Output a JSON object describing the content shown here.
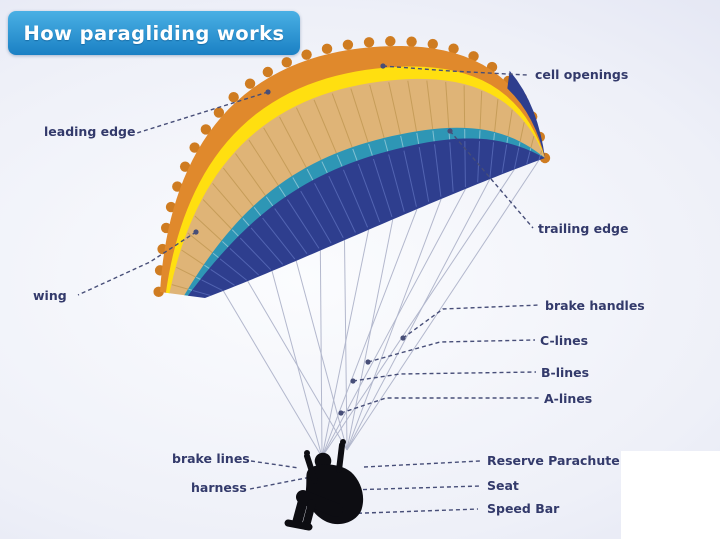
{
  "title": "How paragliding works",
  "labels": {
    "cell_openings": "cell openings",
    "leading_edge": "leading edge",
    "trailing_edge": "trailing edge",
    "wing": "wing",
    "brake_handles": "brake handles",
    "c_lines": "C-lines",
    "b_lines": "B-lines",
    "a_lines": "A-lines",
    "brake_lines": "brake lines",
    "harness": "harness",
    "reserve_parachute": "Reserve Parachute",
    "seat": "Seat",
    "speed_bar": "Speed Bar"
  },
  "colors": {
    "banner_top": "#4ab0e4",
    "banner_bottom": "#1a80c4",
    "banner_text": "#ffffff",
    "label_text": "#333a6b",
    "pointer": "#474e78",
    "canopy_orange": "#e0892c",
    "canopy_orange_dark": "#cf7c21",
    "canopy_yellow": "#ffdf10",
    "canopy_tan": "#dfb477",
    "canopy_tan_rib": "#c69d59",
    "canopy_teal": "#2e96b5",
    "canopy_blue": "#2e3e8e",
    "canopy_blue_rib": "#5264b2",
    "suspension_line": "#b3b8cd",
    "pilot": "#0d0d12"
  }
}
